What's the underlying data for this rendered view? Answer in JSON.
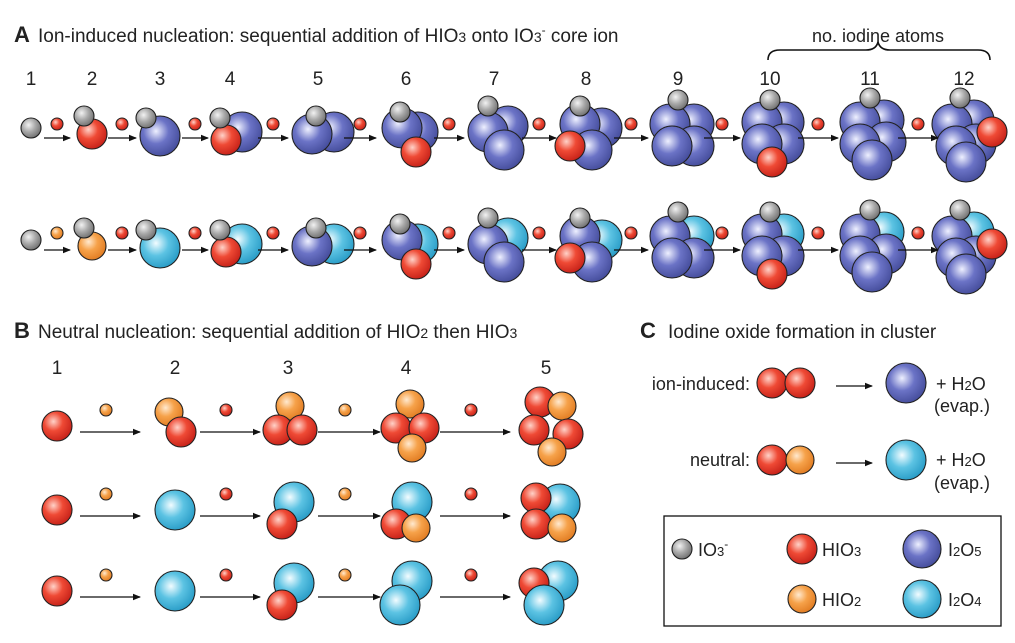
{
  "colors": {
    "IO3_ion": "#9a9a9a",
    "HIO3": "#e8382c",
    "HIO2": "#f39a3e",
    "I2O5": "#5a63b7",
    "I2O4": "#3fb2d8"
  },
  "panelA": {
    "letter": "A",
    "title_pre": "Ion-induced nucleation: sequential addition of HIO",
    "title_sub1": "3",
    "title_mid": " onto IO",
    "title_sub2": "3",
    "title_sup": "-",
    "title_post": " core ion",
    "brace_label": "no. iodine atoms",
    "numbers": [
      "1",
      "2",
      "3",
      "4",
      "5",
      "6",
      "7",
      "8",
      "9",
      "10",
      "11",
      "12"
    ]
  },
  "panelB": {
    "letter": "B",
    "title_pre": "Neutral nucleation: sequential addition of HIO",
    "title_sub1": "2",
    "title_mid": " then HIO",
    "title_sub2": "3",
    "numbers": [
      "1",
      "2",
      "3",
      "4",
      "5"
    ]
  },
  "panelC": {
    "letter": "C",
    "title": "Iodine oxide formation in cluster",
    "row1_label": "ion-induced:",
    "row2_label": "neutral:",
    "plus_h2o": "+ H",
    "h2o_sub": "2",
    "h2o_o": "O",
    "evap": "(evap.)"
  },
  "legend": {
    "io3_label": "IO",
    "io3_sub": "3",
    "io3_sup": "-",
    "hio3_label": "HIO",
    "hio3_sub": "3",
    "hio2_label": "HIO",
    "hio2_sub": "2",
    "i2o5_a": "I",
    "i2o5_b": "2",
    "i2o5_c": "O",
    "i2o5_d": "5",
    "i2o4_a": "I",
    "i2o4_b": "2",
    "i2o4_c": "O",
    "i2o4_d": "4"
  },
  "icons": [
    "molecule-sphere-icon",
    "arrow-right-icon",
    "brace-icon"
  ]
}
